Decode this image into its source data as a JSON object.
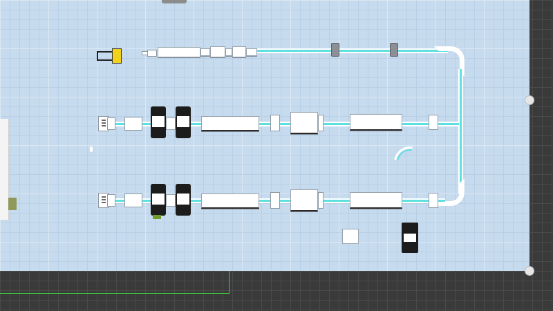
{
  "scene": {
    "type": "factory-layout-top-view",
    "floor_color": "#c7dbee",
    "outer_grid_color": "#3a3a3a",
    "belt_color": "#5fe0e0",
    "boundary_line_color": "#3fd23f"
  },
  "icons": {
    "forklift": "forklift-icon",
    "robot": "robot-arm-icon",
    "cabinet": "control-cabinet-icon",
    "handle": "resize-handle-icon"
  },
  "lines": [
    {
      "name": "top-line"
    },
    {
      "name": "middle-line"
    },
    {
      "name": "bottom-line"
    }
  ]
}
